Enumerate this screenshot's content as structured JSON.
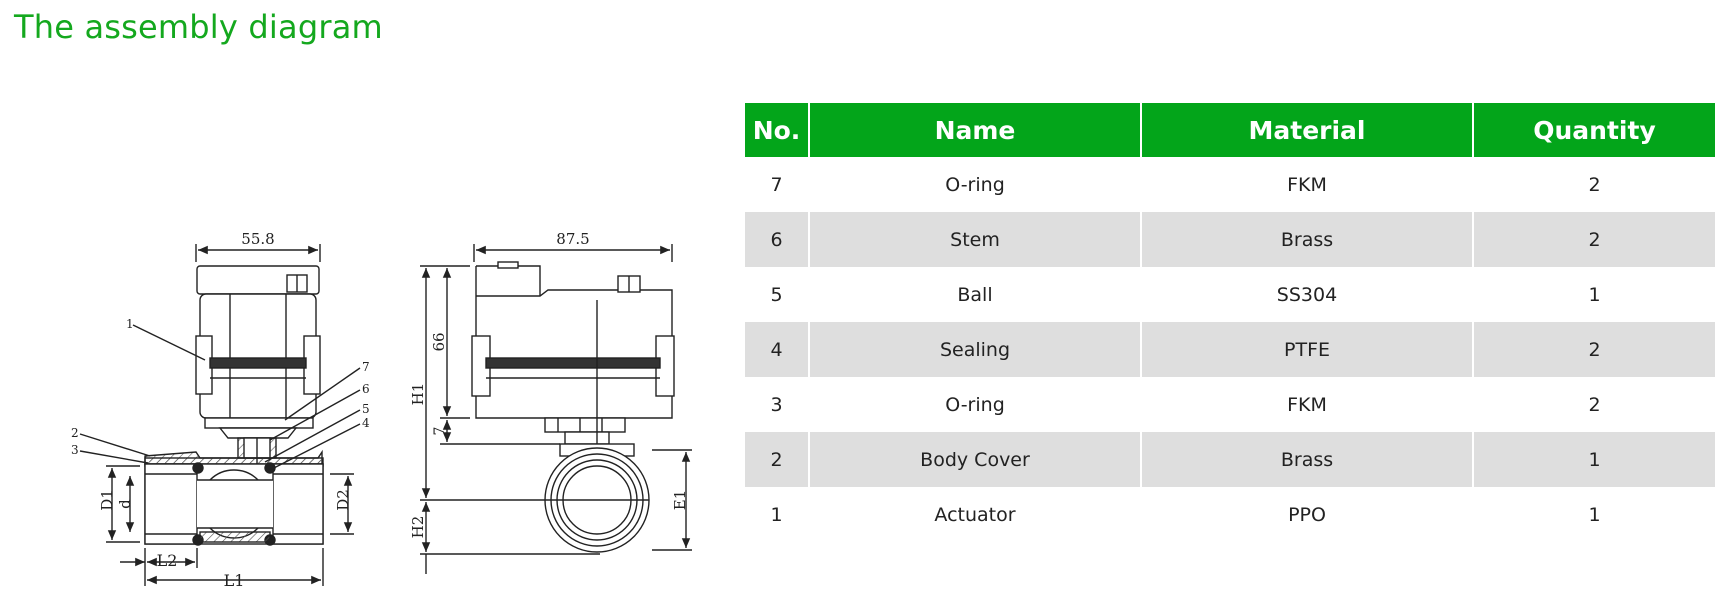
{
  "title": "The assembly diagram",
  "colors": {
    "accent": "#03a51a",
    "row_alt": "#dedede"
  },
  "diagram": {
    "dims": {
      "front_width": "55.8",
      "side_width": "87.5",
      "side_66": "66",
      "side_7": "7",
      "H1": "H1",
      "H2": "H2",
      "E1": "E1",
      "D1": "D1",
      "d": "d",
      "D2": "D2",
      "L1": "L1",
      "L2": "L2"
    },
    "callouts": [
      "1",
      "2",
      "3",
      "4",
      "5",
      "6",
      "7"
    ]
  },
  "table": {
    "headers": [
      "No.",
      "Name",
      "Material",
      "Quantity"
    ],
    "rows": [
      {
        "no": "7",
        "name": "O-ring",
        "material": "FKM",
        "qty": "2"
      },
      {
        "no": "6",
        "name": "Stem",
        "material": "Brass",
        "qty": "2"
      },
      {
        "no": "5",
        "name": "Ball",
        "material": "SS304",
        "qty": "1"
      },
      {
        "no": "4",
        "name": "Sealing",
        "material": "PTFE",
        "qty": "2"
      },
      {
        "no": "3",
        "name": "O-ring",
        "material": "FKM",
        "qty": "2"
      },
      {
        "no": "2",
        "name": "Body Cover",
        "material": "Brass",
        "qty": "1"
      },
      {
        "no": "1",
        "name": "Actuator",
        "material": "PPO",
        "qty": "1"
      }
    ]
  }
}
